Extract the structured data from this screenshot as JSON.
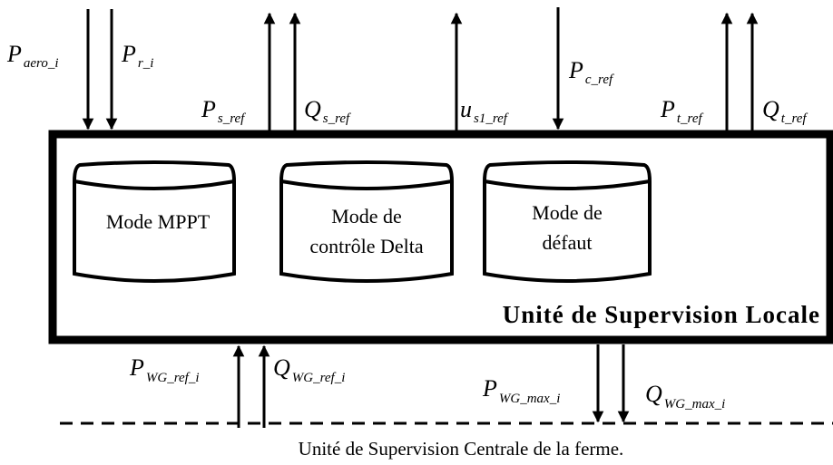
{
  "diagram": {
    "supervision_unit": {
      "title": "Unité de Supervision Locale"
    },
    "modes": [
      {
        "line1": "Mode MPPT",
        "line2": ""
      },
      {
        "line1": "Mode de",
        "line2": "contrôle Delta"
      },
      {
        "line1": "Mode de",
        "line2": "défaut"
      }
    ],
    "central_unit": {
      "label": "Unité de Supervision Centrale de la ferme."
    },
    "signals": {
      "p_aero": {
        "base": "P",
        "sub": "aero_i",
        "direction": "in"
      },
      "p_r": {
        "base": "P",
        "sub": "r_i",
        "direction": "in"
      },
      "p_s_ref": {
        "base": "P",
        "sub": "s_ref",
        "direction": "out"
      },
      "q_s_ref": {
        "base": "Q",
        "sub": "s_ref",
        "direction": "out"
      },
      "u_s1_ref": {
        "base": "u",
        "sub": "s1_ref",
        "direction": "out"
      },
      "p_c_ref": {
        "base": "P",
        "sub": "c_ref",
        "direction": "in"
      },
      "p_t_ref": {
        "base": "P",
        "sub": "t_ref",
        "direction": "out"
      },
      "q_t_ref": {
        "base": "Q",
        "sub": "t_ref",
        "direction": "out"
      },
      "p_wg_ref": {
        "base": "P",
        "sub": "WG_ref_i",
        "direction": "in"
      },
      "q_wg_ref": {
        "base": "Q",
        "sub": "WG_ref_i",
        "direction": "in"
      },
      "p_wg_max": {
        "base": "P",
        "sub": "WG_max_i",
        "direction": "out"
      },
      "q_wg_max": {
        "base": "Q",
        "sub": "WG_max_i",
        "direction": "out"
      }
    }
  }
}
